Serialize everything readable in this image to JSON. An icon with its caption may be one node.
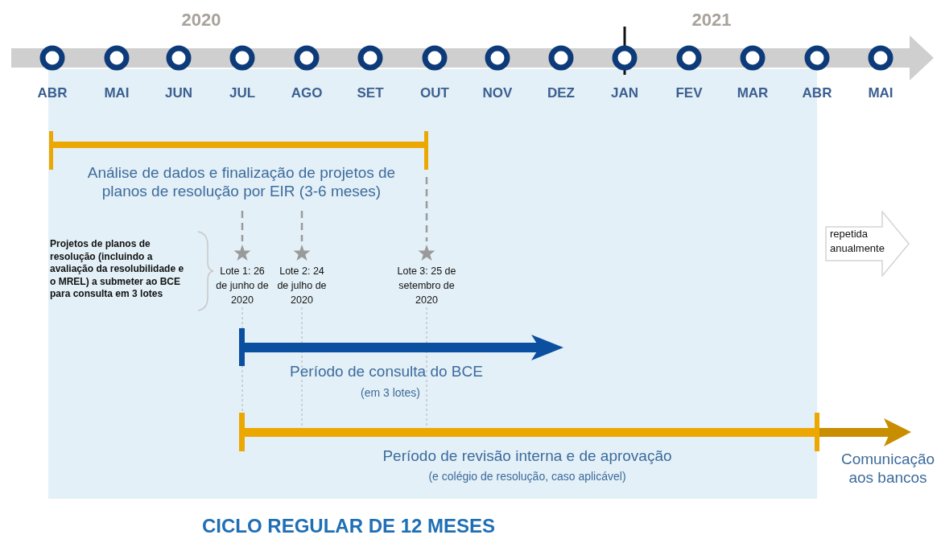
{
  "diagram": {
    "caption": "CICLO REGULAR DE 12 MESES",
    "nodes": [
      {
        "text": [
          "repetida anualmente"
        ]
      }
    ],
    "edges": [],
    "labels": [
      "2020",
      "2021",
      "ABR",
      "MAI",
      "JUN",
      "JUL",
      "AGO",
      "SET",
      "OUT",
      "NOV",
      "DEZ",
      "JAN",
      "FEV",
      "MAR",
      "ABR",
      "MAI",
      "Análise de dados e finalização de projetos de planos de resolução por EIR (3-6 meses)",
      "Projetos de planos de resolução (incluindo a avaliação da resolubilidade e o MREL) a submeter ao BCE para consulta em 3 lotes",
      "Lote 1: 26 de junho de 2020",
      "Lote 2: 24 de julho de 2020",
      "Lote 3: 25 de setembro de 2020",
      "Período de consulta do BCE",
      "(em 3 lotes)",
      "Período de revisão interna e de aprovação",
      "(e colégio de resolução, caso aplicável)",
      "Comunicação aos bancos"
    ]
  }
}
